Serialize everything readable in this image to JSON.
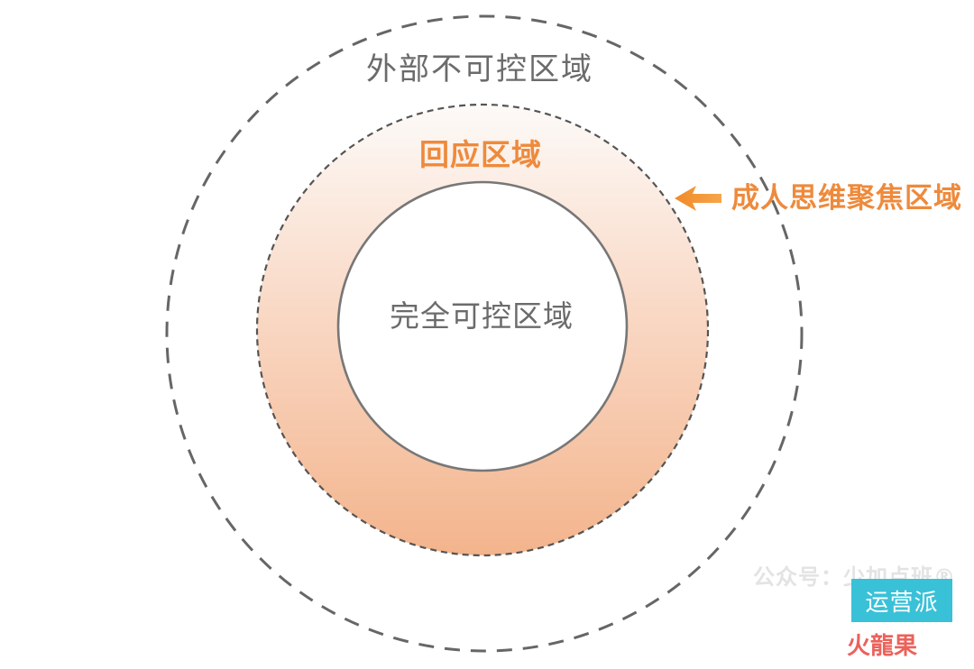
{
  "diagram": {
    "outer_label": "外部不可控区域",
    "middle_label": "回应区域",
    "inner_label": "完全可控区域",
    "focus_label": "成人思维聚焦区域"
  },
  "watermark": {
    "official_account": "公众号：少加点班®",
    "brand_top": "运营派",
    "brand_bottom": "火龍果"
  },
  "colors": {
    "gray_text": "#6b6b6b",
    "orange_text": "#ee8a3c",
    "arrow": "#f29436",
    "ring_fill_light": "#fdf2ec",
    "ring_fill_dark": "#f4b892",
    "dash": "#666666",
    "watermark_box": "#39c1d8"
  }
}
